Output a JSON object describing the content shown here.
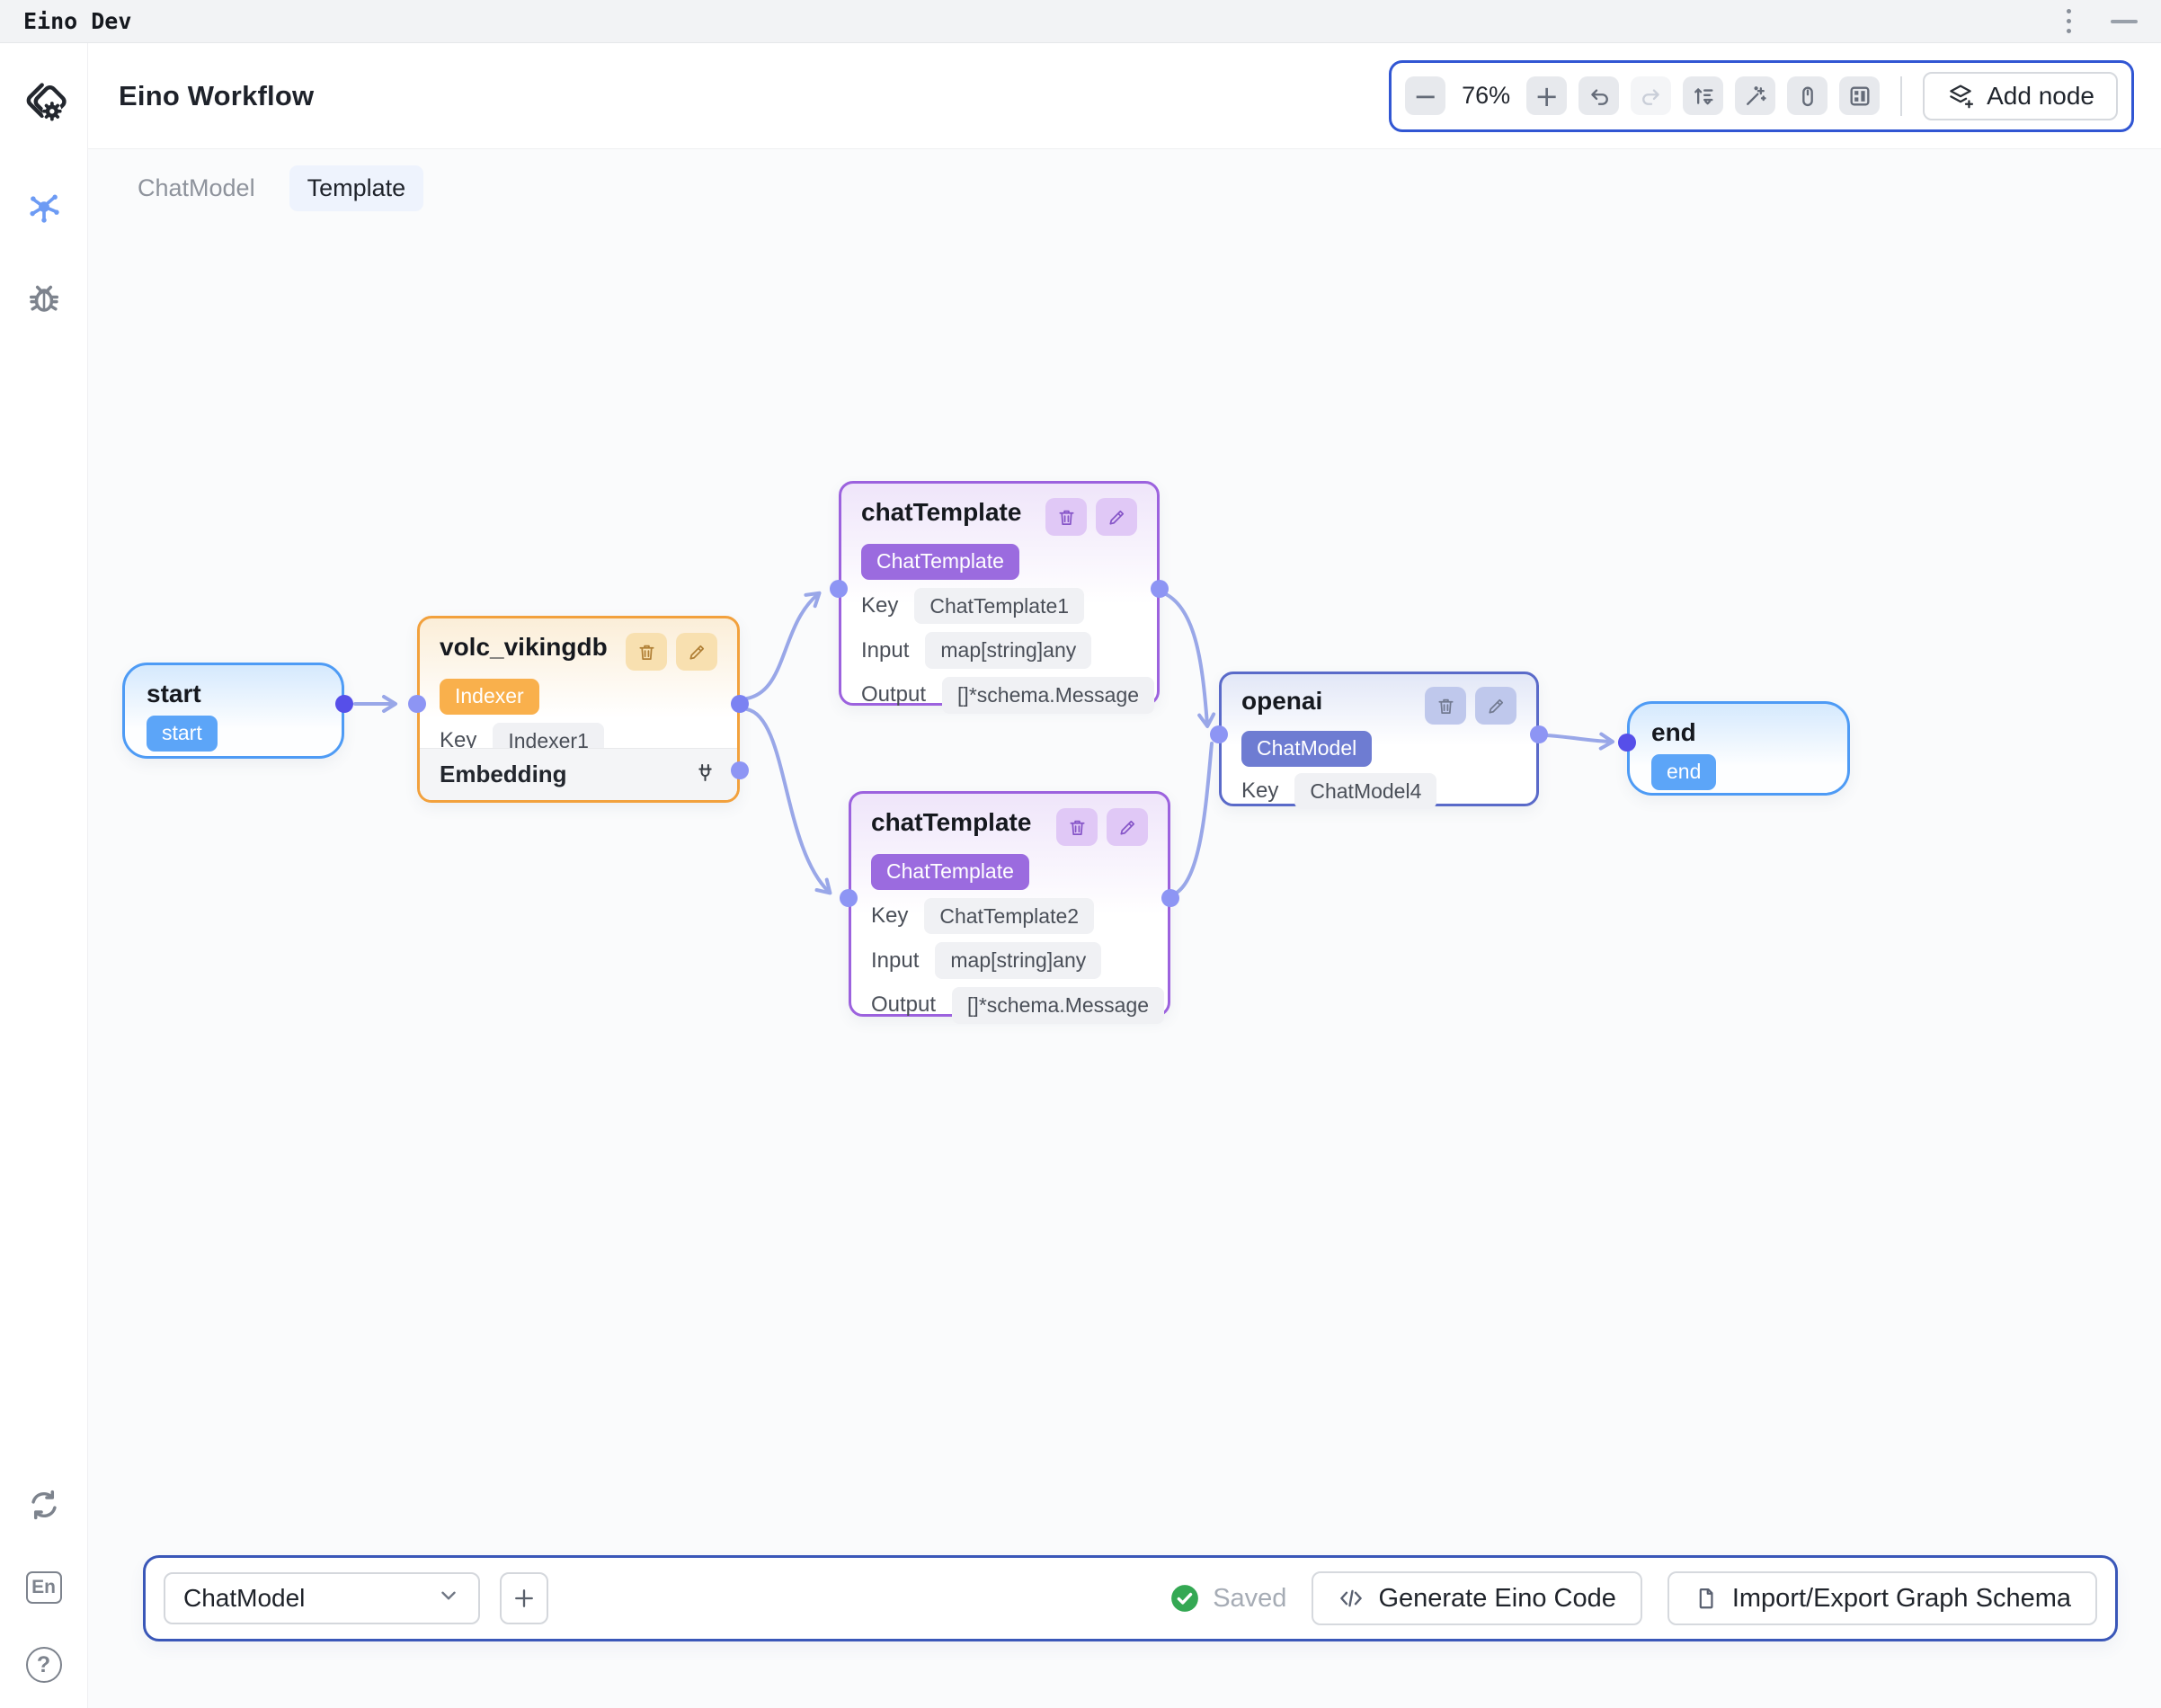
{
  "window": {
    "title": "Eino Dev"
  },
  "sidebar": {
    "items": [
      {
        "name": "workflow"
      },
      {
        "name": "debug"
      }
    ],
    "bottom_items": [
      {
        "name": "refresh"
      },
      {
        "name": "language",
        "label": "En"
      },
      {
        "name": "help",
        "label": "?"
      }
    ]
  },
  "header": {
    "title": "Eino Workflow"
  },
  "toolbar": {
    "zoom_level": "76%",
    "add_node_label": "Add node",
    "icons": [
      "zoom-out",
      "zoom-in",
      "undo",
      "redo",
      "auto-layout",
      "beautify",
      "mouse-mode",
      "minimap",
      "layers-add"
    ]
  },
  "tabs": {
    "items": [
      {
        "label": "ChatModel",
        "active": false
      },
      {
        "label": "Template",
        "active": true
      }
    ]
  },
  "nodes": [
    {
      "id": "start",
      "title": "start",
      "badge": "start"
    },
    {
      "id": "volc_vikingdb",
      "title": "volc_vikingdb",
      "badge": "Indexer",
      "rows": [
        {
          "label": "Key",
          "value": "Indexer1"
        }
      ],
      "footer_label": "Embedding"
    },
    {
      "id": "chatTemplate1",
      "title": "chatTemplate",
      "badge": "ChatTemplate",
      "rows": [
        {
          "label": "Key",
          "value": "ChatTemplate1"
        },
        {
          "label": "Input",
          "value": "map[string]any"
        },
        {
          "label": "Output",
          "value": "[]*schema.Message"
        }
      ]
    },
    {
      "id": "chatTemplate2",
      "title": "chatTemplate",
      "badge": "ChatTemplate",
      "rows": [
        {
          "label": "Key",
          "value": "ChatTemplate2"
        },
        {
          "label": "Input",
          "value": "map[string]any"
        },
        {
          "label": "Output",
          "value": "[]*schema.Message"
        }
      ]
    },
    {
      "id": "openai",
      "title": "openai",
      "badge": "ChatModel",
      "rows": [
        {
          "label": "Key",
          "value": "ChatModel4"
        }
      ]
    },
    {
      "id": "end",
      "title": "end",
      "badge": "end"
    }
  ],
  "footer": {
    "selected_node_type": "ChatModel",
    "saved_label": "Saved",
    "generate_label": "Generate Eino Code",
    "import_export_label": "Import/Export Graph Schema"
  },
  "colors": {
    "accent_blue": "#3156d3",
    "edge": "#99a7e8",
    "port": "#8d95f4",
    "port_active": "#564fe9",
    "start_end_border": "#4e9bf5",
    "indexer_orange": "#f2a13d",
    "template_purple": "#9c62de",
    "chatmodel_indigo": "#5a6ac9",
    "saved_green": "#34a853"
  }
}
